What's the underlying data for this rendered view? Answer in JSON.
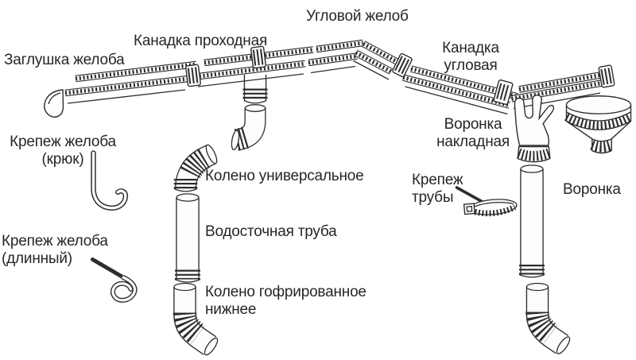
{
  "colors": {
    "background": "#ffffff",
    "line": "#2d2d2d",
    "text": "#262626"
  },
  "labels": {
    "corner_gutter": "Угловой желоб",
    "connector_through": "Канадка проходная",
    "gutter_end_cap": "Заглушка желоба",
    "connector_corner": "Канадка угловая",
    "overlay_funnel": "Воронка накладная",
    "gutter_bracket_hook": "Крепеж желоба (крюк)",
    "universal_elbow": "Колено универсальное",
    "pipe_bracket": "Крепеж трубы",
    "funnel": "Воронка",
    "downpipe": "Водосточная труба",
    "gutter_bracket_long": "Крепеж желоба (длинный)",
    "lower_elbow": "Колено гофрированное нижнее"
  }
}
